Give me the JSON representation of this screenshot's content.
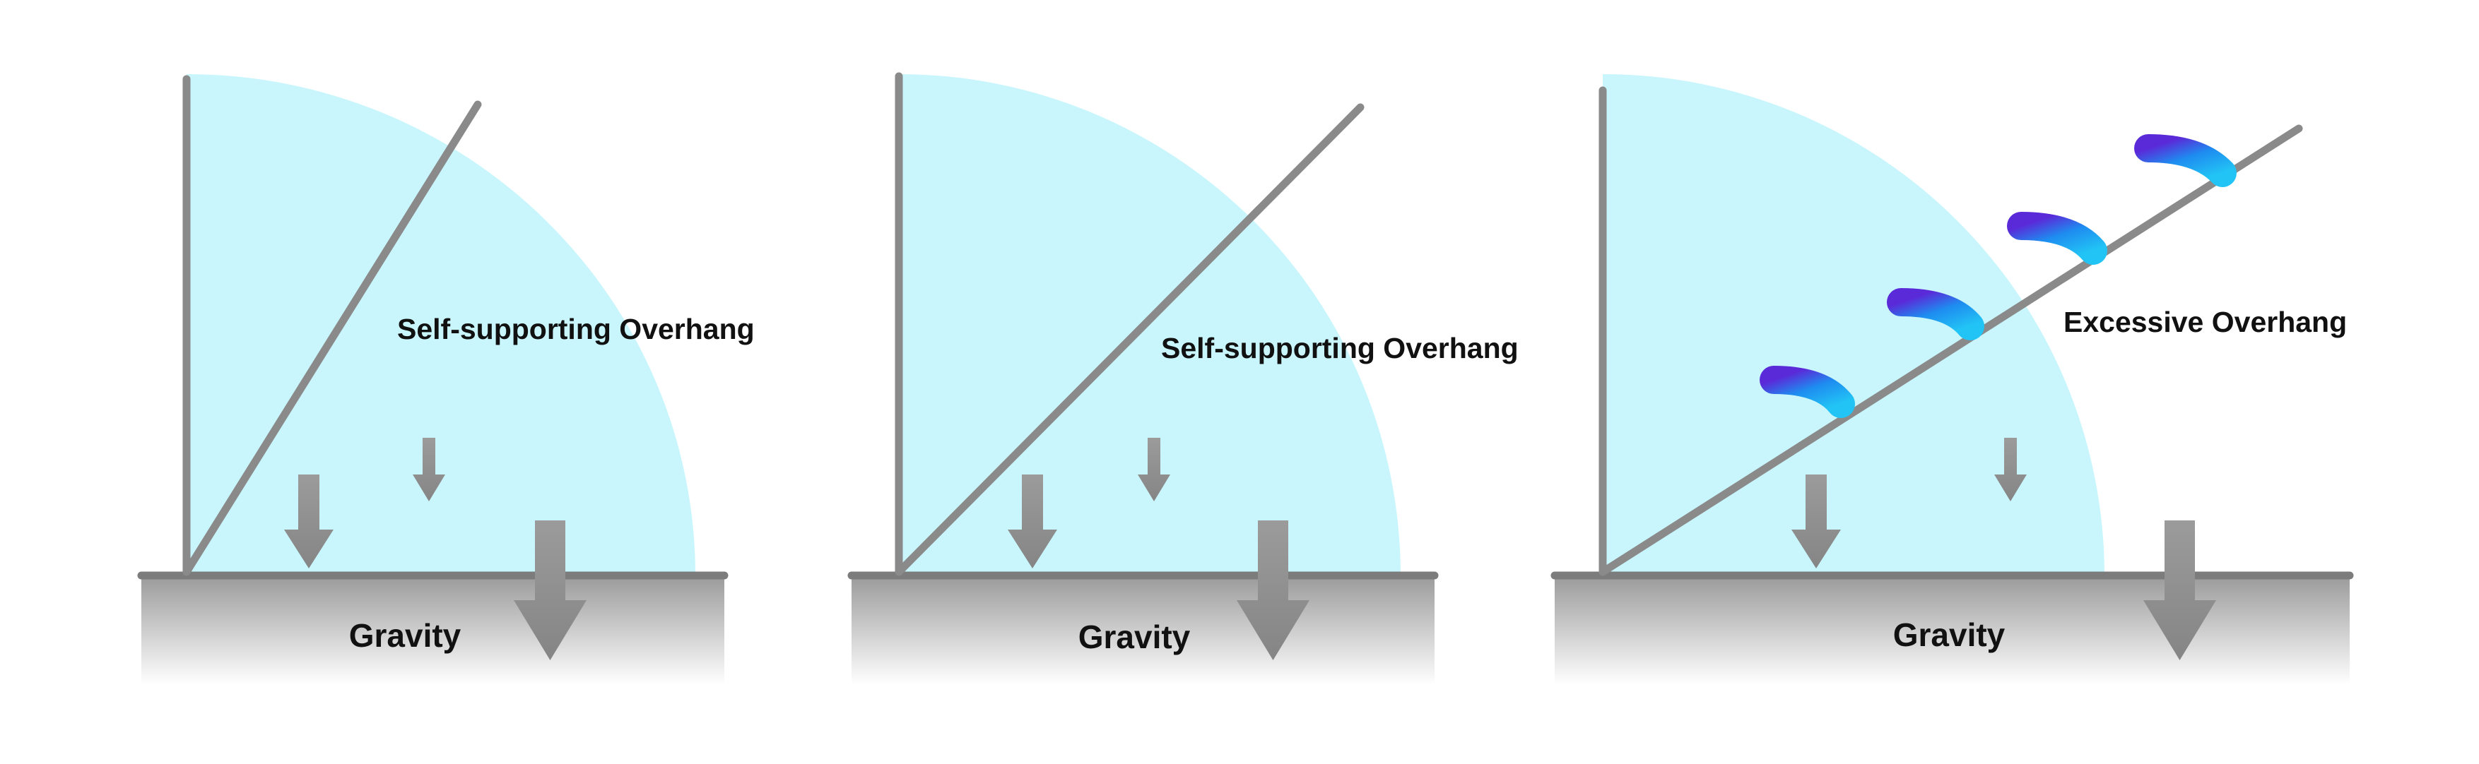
{
  "panels": [
    {
      "overhang_label": "Self-supporting Overhang",
      "gravity_label": "Gravity"
    },
    {
      "overhang_label": "Self-supporting Overhang",
      "gravity_label": "Gravity"
    },
    {
      "overhang_label": "Excessive Overhang",
      "gravity_label": "Gravity"
    }
  ],
  "colors": {
    "safe_zone": "#c8f6fc",
    "frame": "#8a8a8a",
    "ground_top": "#7c7c7c",
    "strand_start": "#1c1c1e",
    "strand_mid": "#6a1fd0",
    "strand_end": "#1e7cf0",
    "strand_droop": "#1ec0f5",
    "arrow": "#9a9a9a"
  },
  "icons": [
    "down-arrow-icon"
  ]
}
